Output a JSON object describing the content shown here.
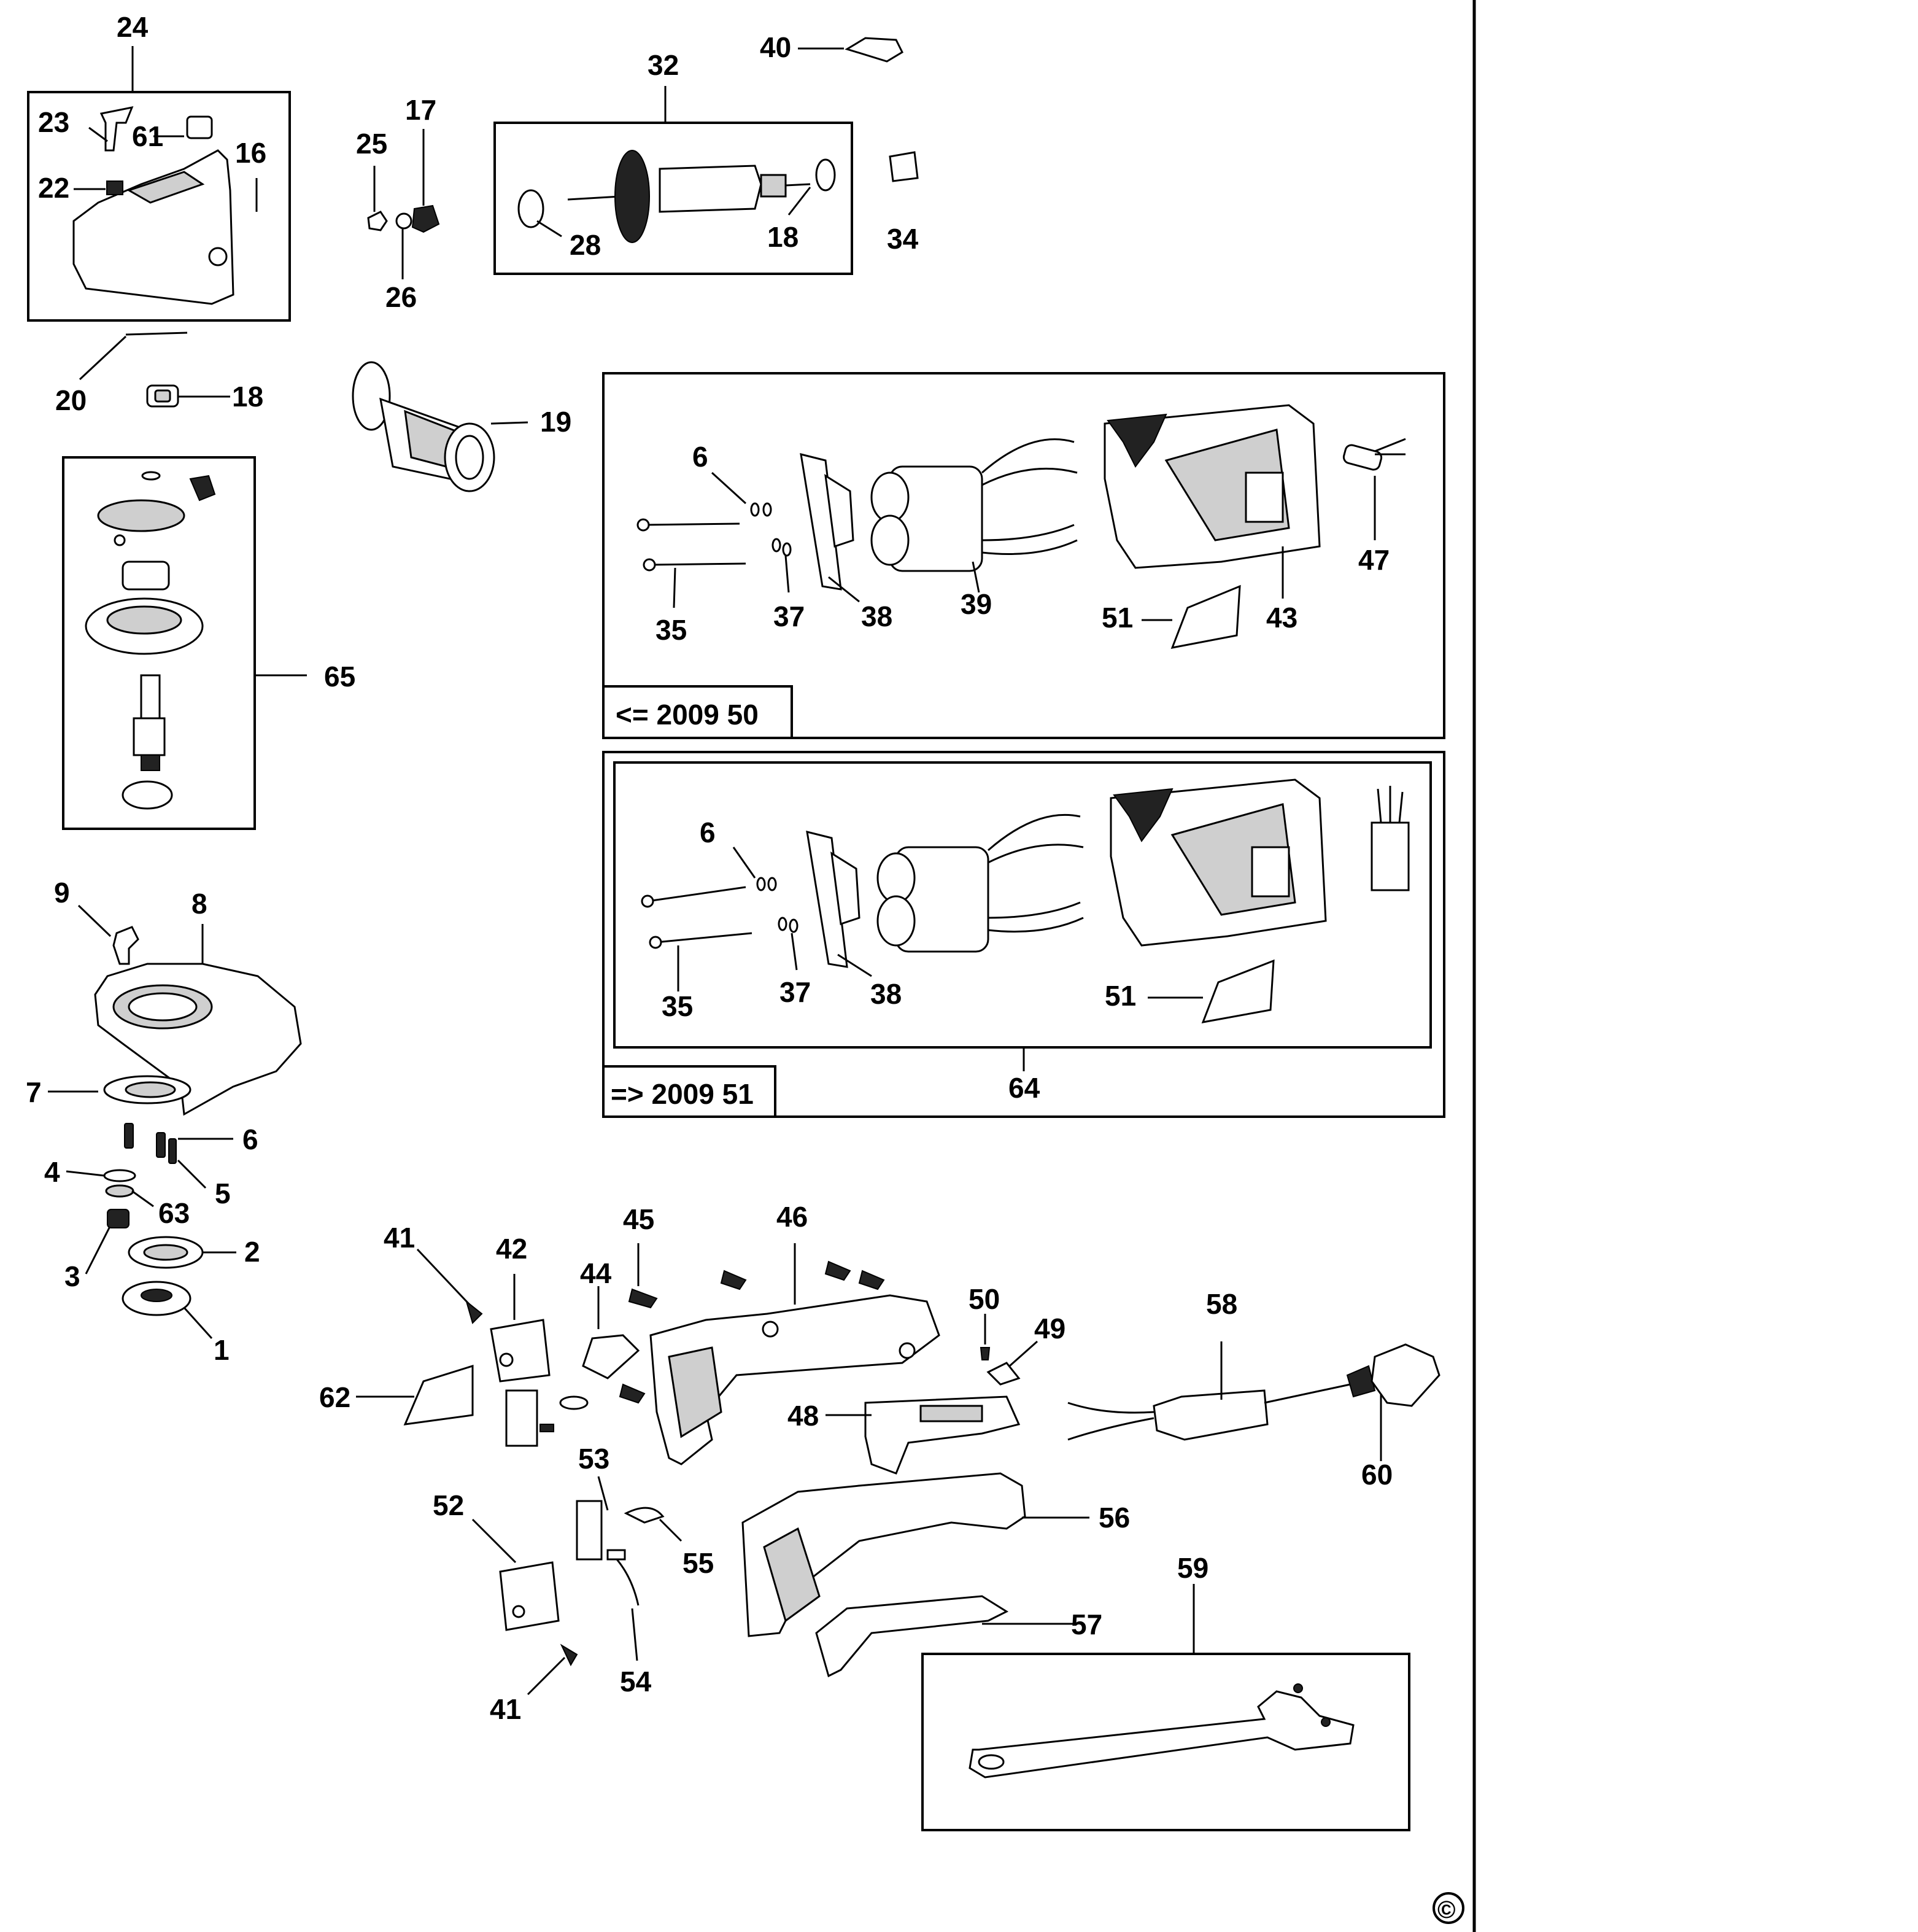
{
  "variants": {
    "old": "<= 2009 50",
    "new": "=> 2009 51"
  },
  "copyright": "©",
  "labels": [
    "24",
    "23",
    "61",
    "16",
    "22",
    "20",
    "18",
    "25",
    "17",
    "26",
    "32",
    "28",
    "18",
    "40",
    "34",
    "19",
    "65",
    "6",
    "35",
    "37",
    "38",
    "39",
    "51",
    "43",
    "47",
    "6",
    "35",
    "37",
    "38",
    "51",
    "64",
    "9",
    "8",
    "7",
    "6",
    "4",
    "5",
    "63",
    "3",
    "2",
    "1",
    "41",
    "42",
    "45",
    "44",
    "46",
    "62",
    "50",
    "49",
    "48",
    "58",
    "60",
    "53",
    "52",
    "55",
    "56",
    "54",
    "41",
    "57",
    "59"
  ],
  "colors": {
    "line": "#000000",
    "background": "#ffffff",
    "fill_dark": "#222222",
    "fill_grey": "#cfcfcf"
  }
}
